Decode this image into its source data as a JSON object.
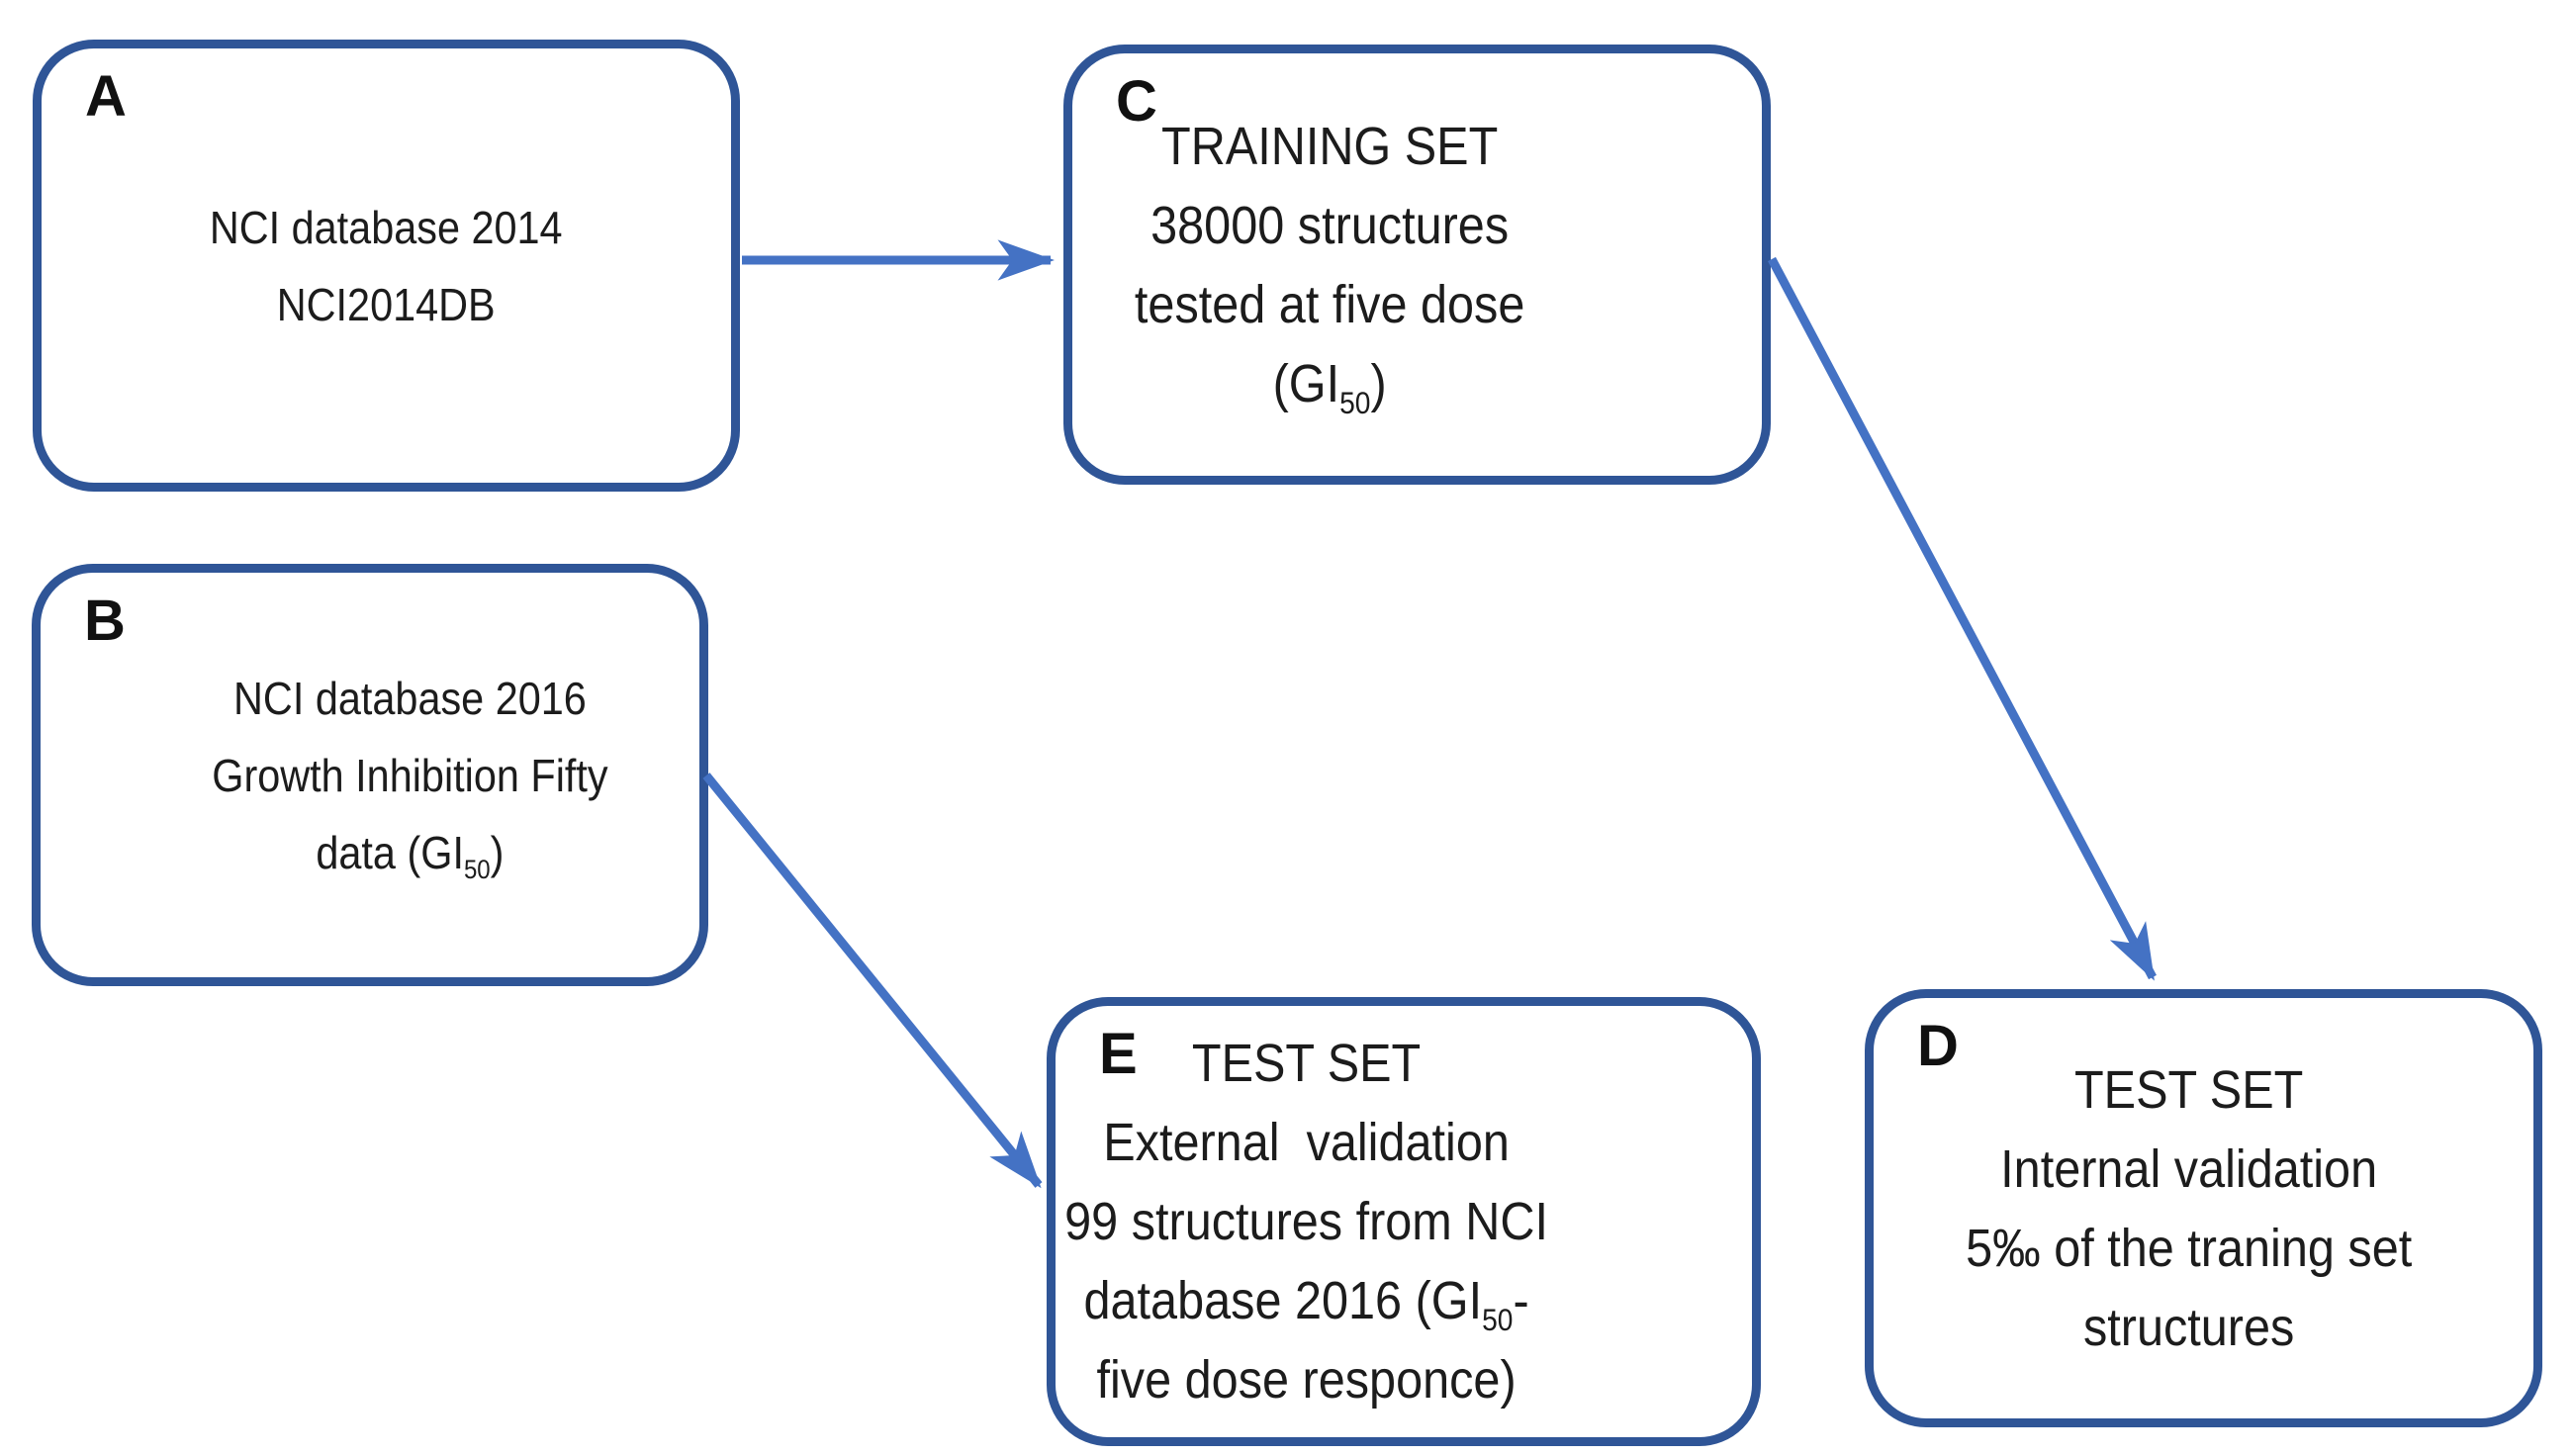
{
  "diagram": {
    "background": "#ffffff",
    "colors": {
      "box_border": "#2f5597",
      "arrow": "#4472c4",
      "text": "#1c1c1c"
    },
    "boxes": [
      {
        "id": "A",
        "label": "A",
        "lines": [
          [
            {
              "t": "NCI database 2014"
            }
          ],
          [
            {
              "t": "NCI2014DB"
            }
          ]
        ]
      },
      {
        "id": "B",
        "label": "B",
        "lines": [
          [
            {
              "t": "NCI database 2016"
            }
          ],
          [
            {
              "t": "Growth Inhibition Fifty"
            }
          ],
          [
            {
              "t": "data (GI"
            },
            {
              "t": "50",
              "sub": true
            },
            {
              "t": ")"
            }
          ]
        ]
      },
      {
        "id": "C",
        "label": "C",
        "lines": [
          [
            {
              "t": "TRAINING SET"
            }
          ],
          [
            {
              "t": "38000 structures"
            }
          ],
          [
            {
              "t": "tested at five dose"
            }
          ],
          [
            {
              "t": "(GI"
            },
            {
              "t": "50",
              "sub": true
            },
            {
              "t": ")"
            }
          ]
        ]
      },
      {
        "id": "D",
        "label": "D",
        "lines": [
          [
            {
              "t": "TEST SET"
            }
          ],
          [
            {
              "t": "Internal validation"
            }
          ],
          [
            {
              "t": "5‰ of the traning set"
            }
          ],
          [
            {
              "t": "structures"
            }
          ]
        ]
      },
      {
        "id": "E",
        "label": "E",
        "lines": [
          [
            {
              "t": "TEST SET"
            }
          ],
          [
            {
              "t": "External  validation"
            }
          ],
          [
            {
              "t": "99 structures from NCI"
            }
          ],
          [
            {
              "t": "database 2016 (GI"
            },
            {
              "t": "50",
              "sub": true
            },
            {
              "t": "-"
            }
          ],
          [
            {
              "t": "five dose responce)"
            }
          ]
        ]
      }
    ],
    "arrows": [
      {
        "from": "A",
        "to": "C"
      },
      {
        "from": "C",
        "to": "D"
      },
      {
        "from": "B",
        "to": "E"
      }
    ]
  }
}
